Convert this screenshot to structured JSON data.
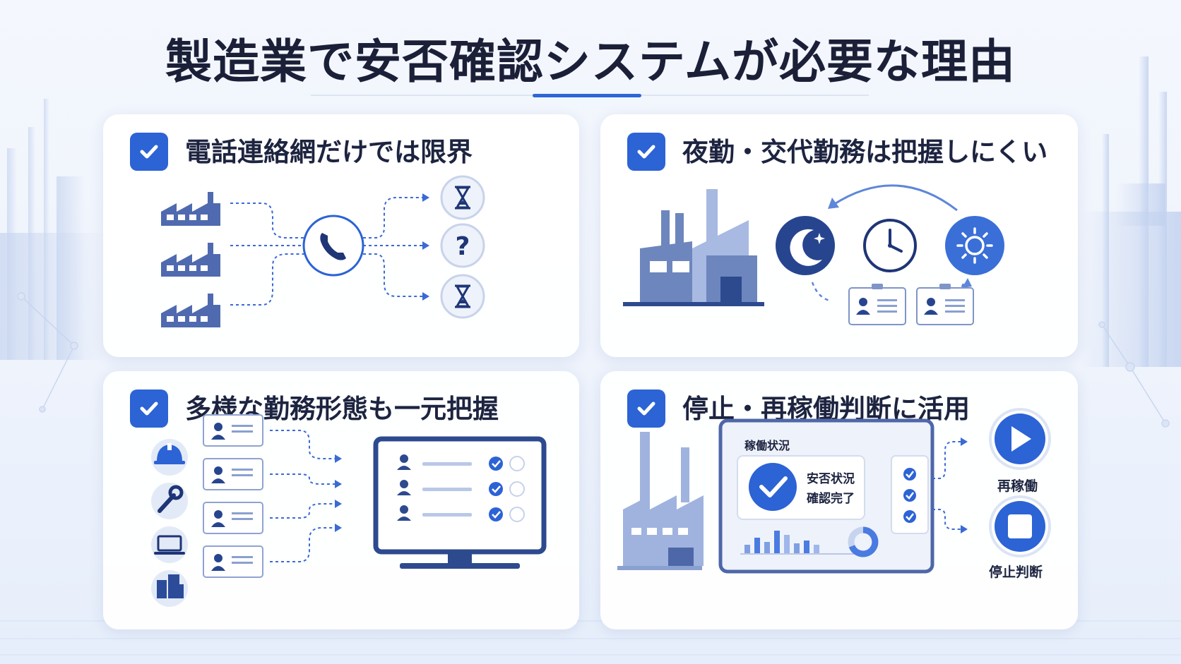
{
  "title": "製造業で安否確認システムが必要な理由",
  "colors": {
    "primary": "#2c63d5",
    "navy": "#27458f",
    "mid_blue": "#6d86bd",
    "light_blue": "#c6d4ef",
    "title": "#1b2038"
  },
  "cards": [
    {
      "heading": "電話連絡網だけでは限界",
      "icons": [
        "factory-icon",
        "factory-icon",
        "factory-icon",
        "phone-icon",
        "hourglass-icon",
        "question-icon",
        "hourglass-icon"
      ],
      "question_mark": "?"
    },
    {
      "heading": "夜勤・交代勤務は把握しにくい",
      "icons": [
        "factory-icon",
        "moon-icon",
        "clock-icon",
        "sun-icon",
        "id-card-icon",
        "id-card-icon"
      ]
    },
    {
      "heading": "多様な勤務形態も一元把握",
      "icons": [
        "hard-hat-icon",
        "wrench-icon",
        "laptop-icon",
        "building-icon",
        "id-card-icon",
        "monitor-icon"
      ]
    },
    {
      "heading": "停止・再稼働判断に活用",
      "screen_title": "稼働状況",
      "status_line1": "安否状況",
      "status_line2": "確認完了",
      "restart_label": "再稼働",
      "stop_label": "停止判断",
      "icons": [
        "factory-icon",
        "check-icon",
        "bar-chart-icon",
        "donut-chart-icon",
        "play-icon",
        "stop-icon"
      ]
    }
  ]
}
